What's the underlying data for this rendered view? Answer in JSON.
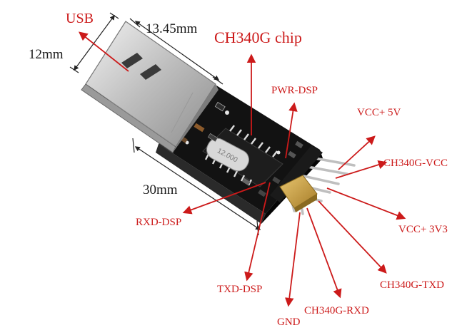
{
  "labels": {
    "usb": "USB",
    "chip": "CH340G chip",
    "pwr_dsp": "PWR-DSP",
    "vcc_5v": "VCC+ 5V",
    "ch340g_vcc": "CH340G-VCC",
    "vcc_3v3": "VCC+ 3V3",
    "ch340g_txd": "CH340G-TXD",
    "ch340g_rxd": "CH340G-RXD",
    "gnd": "GND",
    "txd_dsp": "TXD-DSP",
    "rxd_dsp": "RXD-DSP"
  },
  "dimensions": {
    "usb_length": "13.45mm",
    "usb_width": "12mm",
    "board_length": "30mm"
  },
  "crystal_marking": "12.000",
  "colors": {
    "label_red": "#cc1a1a",
    "pcb_black": "#121212",
    "usb_metal": "#c9c9c9",
    "jumper_gold": "#caa24a"
  }
}
